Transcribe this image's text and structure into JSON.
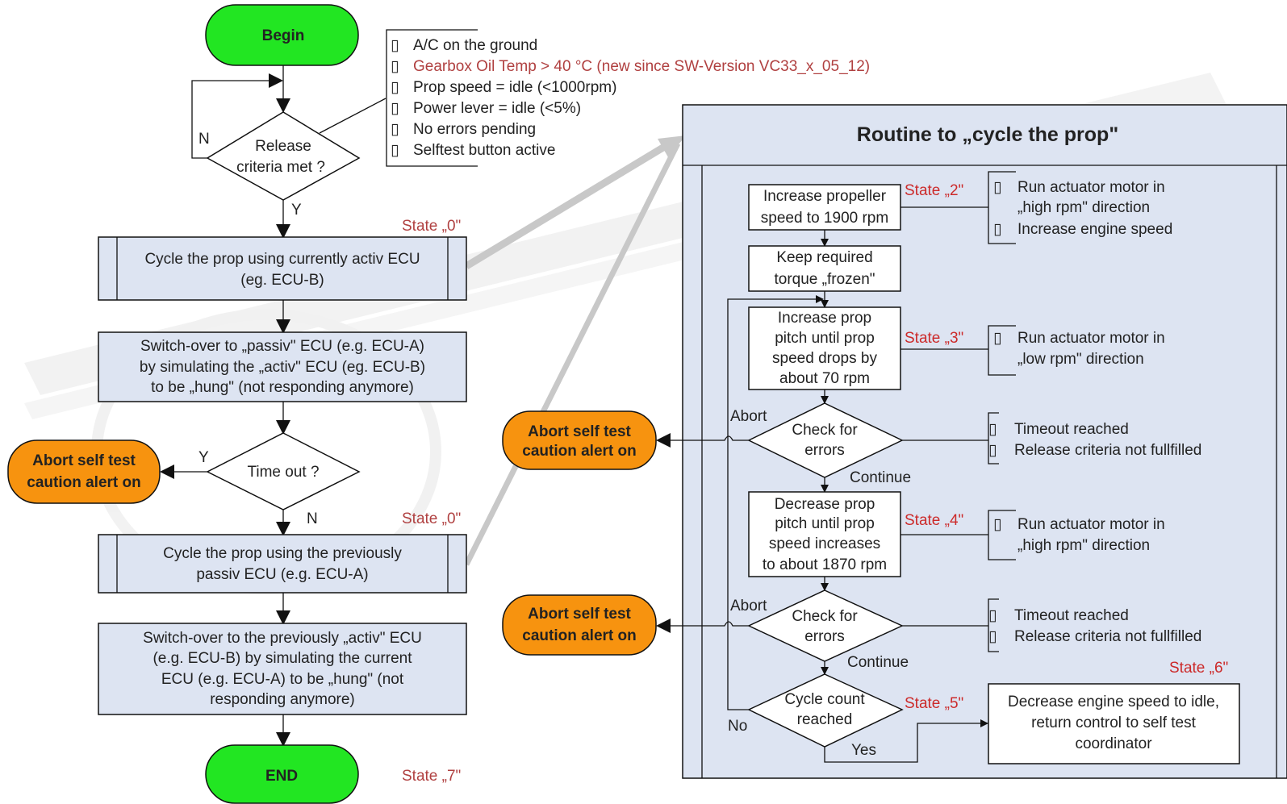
{
  "left": {
    "begin": "Begin",
    "release": [
      "Release",
      "criteria met ?"
    ],
    "n": "N",
    "y": "Y",
    "criteria": [
      {
        "text": "A/C on the ground",
        "color": "#222222"
      },
      {
        "text": "Gearbox Oil Temp > 40 °C (new since SW-Version VC33_x_05_12)",
        "color": "#b04040"
      },
      {
        "text": "Prop speed = idle  (<1000rpm)",
        "color": "#222222"
      },
      {
        "text": "Power lever = idle  (<5%)",
        "color": "#222222"
      },
      {
        "text": "No errors pending",
        "color": "#222222"
      },
      {
        "text": "Selftest button active",
        "color": "#222222"
      }
    ],
    "bullet": "▯",
    "state0a": "State „0\"",
    "cycle1": [
      "Cycle the prop using currently activ ECU",
      "(eg. ECU-B)"
    ],
    "switch1": [
      "Switch-over to „passiv\" ECU (e.g. ECU-A)",
      "by simulating the „activ\" ECU  (eg. ECU-B)",
      "to be „hung\" (not responding anymore)"
    ],
    "timeout": "Time out ?",
    "abort": [
      "Abort self test",
      "caution alert on"
    ],
    "state0b": "State „0\"",
    "cycle2": [
      "Cycle the prop using the previously",
      "passiv ECU (e.g. ECU-A)"
    ],
    "switch2": [
      "Switch-over to the previously „activ\" ECU",
      "(e.g. ECU-B) by simulating the current",
      "ECU (e.g. ECU-A) to be „hung\" (not",
      "responding anymore)"
    ],
    "end": "END",
    "state7": "State „7\""
  },
  "routine": {
    "title": "Routine to „cycle the prop\"",
    "inc_speed": [
      "Increase propeller",
      "speed to 1900 rpm"
    ],
    "state2": "State „2\"",
    "note2": [
      "Run actuator motor in",
      "„high rpm\" direction",
      "Increase engine speed"
    ],
    "keep": [
      "Keep required",
      "torque „frozen\""
    ],
    "inc_pitch": [
      "Increase prop",
      "pitch until prop",
      "speed drops by",
      "about 70 rpm"
    ],
    "state3": "State „3\"",
    "note3": [
      "Run actuator motor in",
      "„low rpm\" direction"
    ],
    "abort_lbl": "Abort",
    "check": [
      "Check for",
      "errors"
    ],
    "continue": "Continue",
    "note_err": [
      "Timeout reached",
      "Release criteria not fullfilled"
    ],
    "abort": [
      "Abort self test",
      "caution alert on"
    ],
    "dec_pitch": [
      "Decrease prop",
      "pitch until prop",
      "speed increases",
      "to about 1870 rpm"
    ],
    "state4": "State „4\"",
    "note4": [
      "Run actuator motor in",
      "„high rpm\" direction"
    ],
    "cycle_count": [
      "Cycle count",
      "reached"
    ],
    "state5": "State „5\"",
    "no": "No",
    "yes": "Yes",
    "state6": "State „6\"",
    "final": [
      "Decrease engine speed to idle,",
      "return control to self test",
      "coordinator"
    ]
  },
  "colors": {
    "begin_end": "#22e622",
    "abort": "#f7930f",
    "process": "#dde4f2",
    "panel": "#dde4f2"
  }
}
